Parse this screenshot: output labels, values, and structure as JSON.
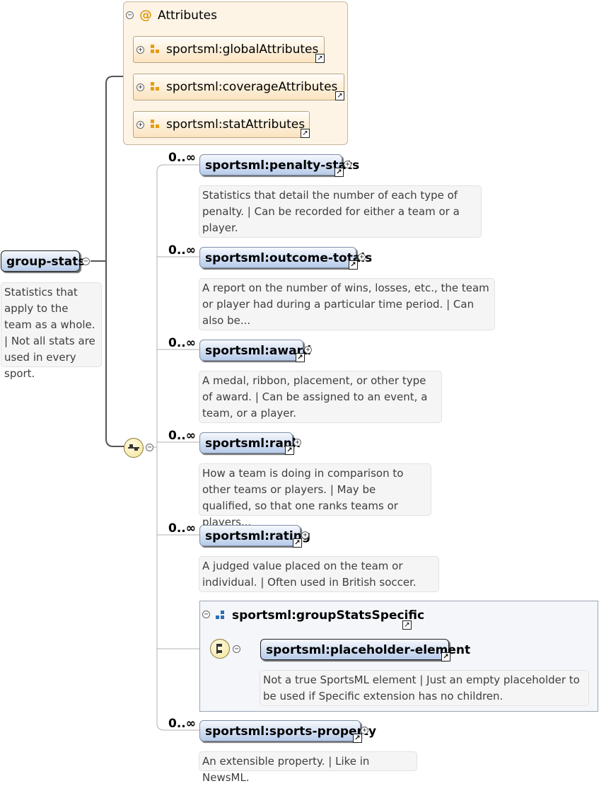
{
  "root": {
    "name": "group-stats",
    "description": "Statistics that apply to the team as a whole. | Not all stats are used in every sport."
  },
  "attributes": {
    "title": "Attributes",
    "groups": [
      "sportsml:globalAttributes",
      "sportsml:coverageAttributes",
      "sportsml:statAttributes"
    ]
  },
  "children": [
    {
      "cardinality": "0..∞",
      "name": "sportsml:penalty-stats",
      "description": "Statistics that detail the number of each type of penalty. | Can be recorded for either a team or a player."
    },
    {
      "cardinality": "0..∞",
      "name": "sportsml:outcome-totals",
      "description": "A report on the number of wins, losses, etc., the team or player had during a particular time period. | Can also be..."
    },
    {
      "cardinality": "0..∞",
      "name": "sportsml:award",
      "description": "A medal, ribbon, placement, or other type of award. | Can be assigned to an event, a team, or a player."
    },
    {
      "cardinality": "0..∞",
      "name": "sportsml:rank",
      "description": "How a team is doing in comparison to other teams or players. | May be qualified, so that one ranks teams or players..."
    },
    {
      "cardinality": "0..∞",
      "name": "sportsml:rating",
      "description": "A judged value placed on the team or individual. | Often used in British soccer."
    },
    {
      "cardinality": "0..∞",
      "name": "sportsml:sports-property",
      "description": "An extensible property. | Like in NewsML."
    }
  ],
  "specific_group": {
    "name": "sportsml:groupStatsSpecific",
    "element": {
      "name": "sportsml:placeholder-element",
      "description": "Not a true SportsML element | Just an empty placeholder to be used if Specific extension has no children."
    }
  },
  "icons": {
    "collapse": "collapse-icon",
    "expand": "expand-icon",
    "link": "link-arrow-icon",
    "sequence": "sequence-compositor-icon",
    "attribute_group": "attribute-group-icon",
    "element_group": "element-group-icon"
  },
  "colors": {
    "element_fill": "#b7cbea",
    "attribute_panel": "#fdf4e6",
    "attribute_icon": "#e59c14",
    "group_icon": "#2a6fb5"
  }
}
